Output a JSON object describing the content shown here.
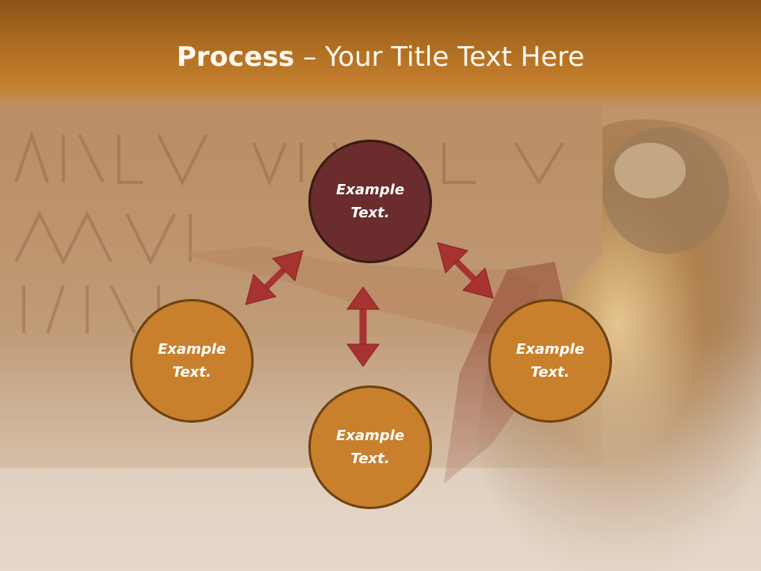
{
  "slide": {
    "title_bold": "Process",
    "title_rest": " – Your Title Text Here"
  },
  "diagram": {
    "center": {
      "label": "Example Text."
    },
    "nodes": [
      {
        "label": "Example Text."
      },
      {
        "label": "Example Text."
      },
      {
        "label": "Example Text."
      }
    ]
  },
  "colors": {
    "center_fill": "#6a2c2c",
    "node_fill": "#c8802c",
    "arrow": "#a63232",
    "title_bar": "#b06e22"
  }
}
